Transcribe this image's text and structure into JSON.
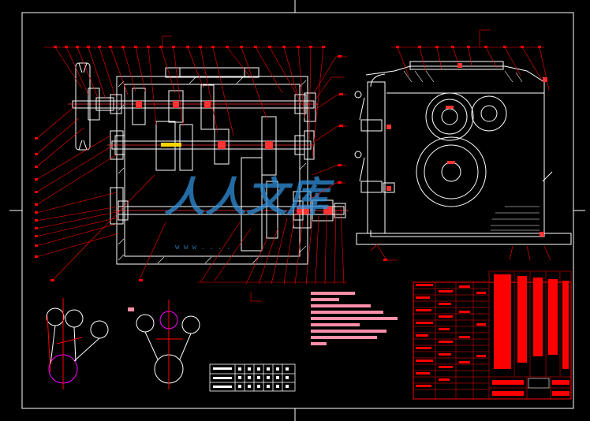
{
  "colors": {
    "background": "#000000",
    "outline": "#ffffff",
    "leader": "#ff0000",
    "shaft_core": "#ff3333",
    "note_box": "#ff8fa8",
    "key": "#ffd700",
    "rotation_circle": "#ff00ff",
    "title_block": "#ff0000",
    "watermark": "#2f8fd8"
  },
  "drawing": {
    "name": "two-stage gear reducer assembly",
    "views": [
      "section-view",
      "side-view",
      "belt-scheme-left",
      "belt-scheme-right"
    ]
  },
  "icons": [
    "pulley-icon",
    "handle-lever-icon",
    "gear-icon"
  ],
  "watermark": {
    "text": "人人文库",
    "url_dots": "w w w .   .   .   ."
  }
}
